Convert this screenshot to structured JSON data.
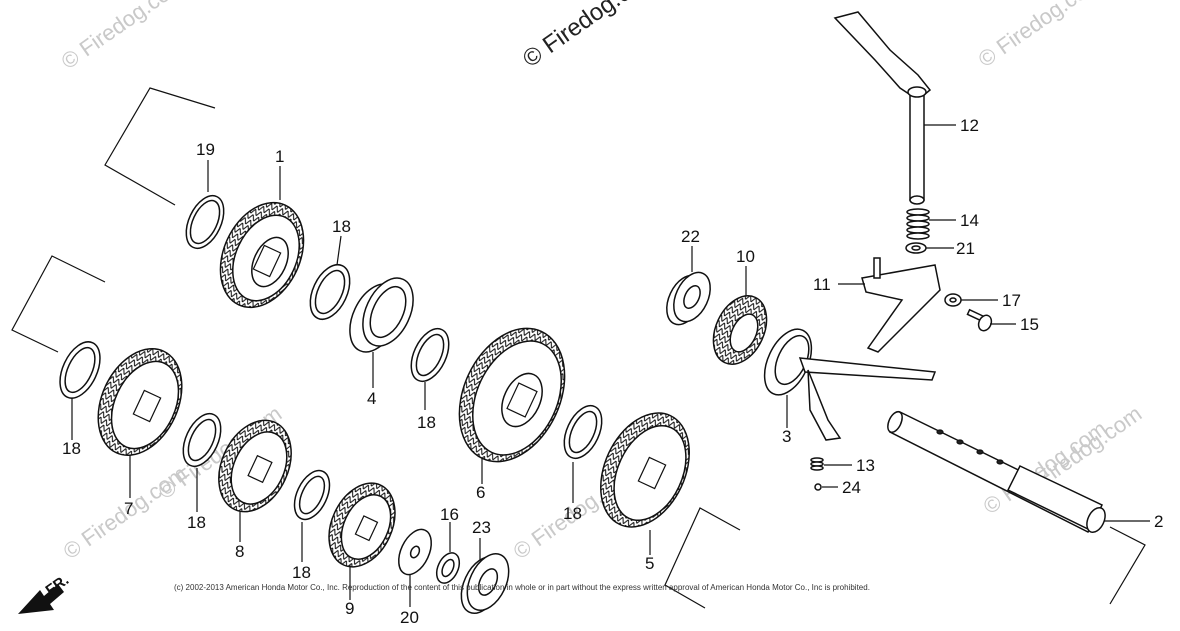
{
  "watermarks": {
    "top_center": "© Firedog.com",
    "faint": "© Firedog.com"
  },
  "copyright": "(c) 2002-2013 American Honda Motor Co., Inc. Reproduction of the content of this publication in whole or in part without the express written approval of American Honda Motor Co., Inc is prohibited.",
  "direction_label": "FR.",
  "callouts": {
    "c1": "1",
    "c2": "2",
    "c3": "3",
    "c4": "4",
    "c5": "5",
    "c6": "6",
    "c7": "7",
    "c8": "8",
    "c9": "9",
    "c10": "10",
    "c11": "11",
    "c12": "12",
    "c13": "13",
    "c14": "14",
    "c15": "15",
    "c16": "16",
    "c17": "17",
    "c18a": "18",
    "c18b": "18",
    "c18c": "18",
    "c18d": "18",
    "c18e": "18",
    "c18f": "18",
    "c19": "19",
    "c20": "20",
    "c21": "21",
    "c22": "22",
    "c23": "23",
    "c24": "24"
  }
}
